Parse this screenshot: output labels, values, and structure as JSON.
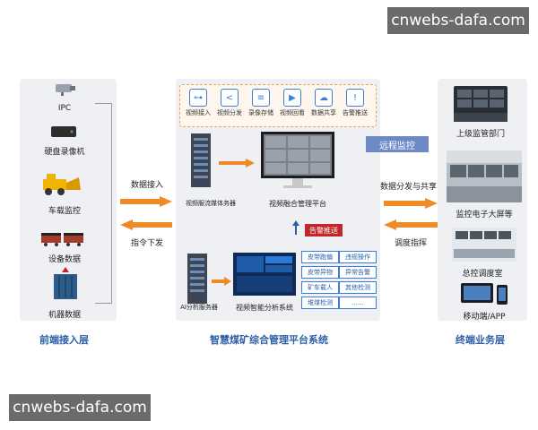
{
  "watermark": {
    "top": "cnwebs-dafa.com",
    "bottom": "cnwebs-dafa.com"
  },
  "front_layer": {
    "title": "前端接入层",
    "items": [
      "IPC",
      "硬盘录像机",
      "车载监控",
      "设备数据",
      "机器数据"
    ]
  },
  "center": {
    "title": "智慧煤矿综合管理平台系统",
    "functions": [
      "视频接入",
      "视频分发",
      "录像存储",
      "视频回看",
      "数据共享",
      "告警推送"
    ],
    "server1": "视频服流媒体务器",
    "platform": "视频融合管理平台",
    "alarm": "告警推送",
    "server2": "AI分析服务器",
    "analysis": "视频智能分析系统",
    "tags": [
      "皮带跑偏",
      "违规操作",
      "皮带异物",
      "异常告警",
      "矿车载人",
      "其他检测",
      "堆煤检测",
      "……"
    ]
  },
  "arrows": {
    "data_in": "数据接入",
    "cmd_out": "指令下发",
    "remote": "远程监控",
    "share": "数据分发与共享",
    "dispatch": "调度指挥"
  },
  "terminal_layer": {
    "title": "终端业务层",
    "items": [
      "上级监管部门",
      "监控电子大屏等",
      "总控调度室",
      "移动端/APP"
    ]
  },
  "colors": {
    "accent": "#2c5fa8",
    "orange": "#f08a24",
    "alarm": "#c0272d"
  }
}
